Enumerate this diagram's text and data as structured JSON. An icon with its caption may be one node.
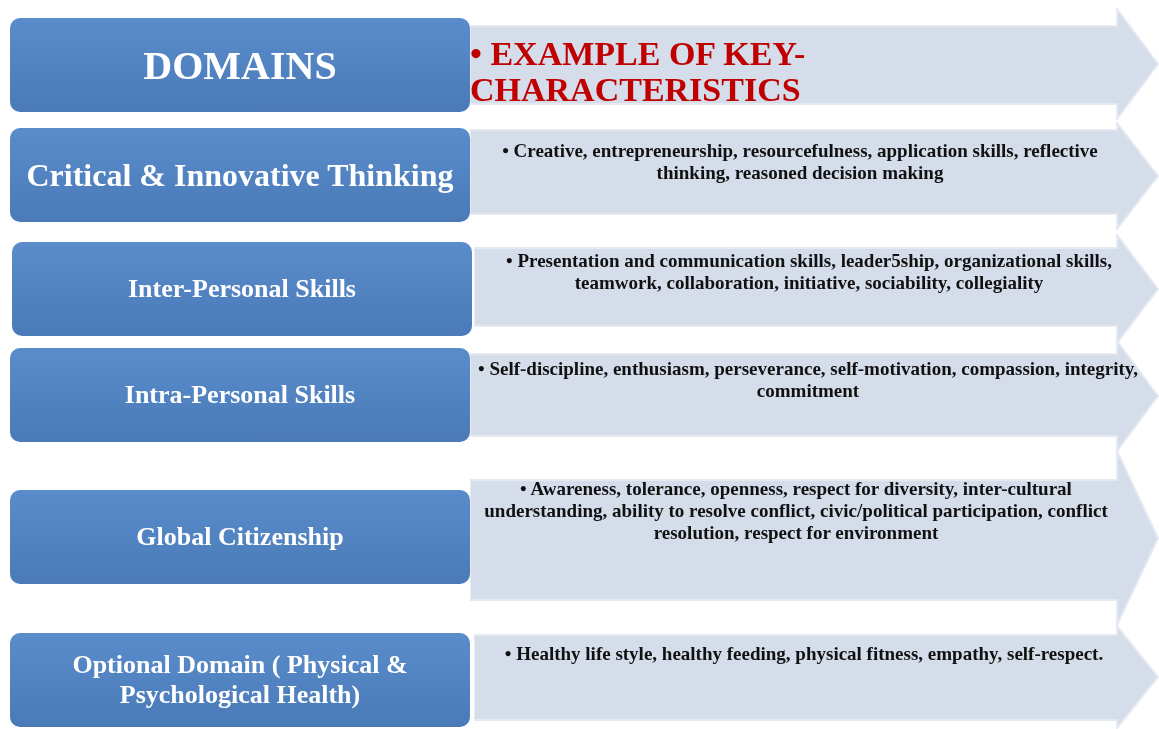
{
  "diagram": {
    "nodes": [
      {
        "text": [
          "DOMAINS"
        ]
      },
      {
        "text": [
          "• EXAMPLE OF KEY-CHARACTERISTICS"
        ]
      },
      {
        "text": [
          "Critical & Innovative Thinking"
        ]
      },
      {
        "text": [
          "• Creative, entrepreneurship, resourcefulness, application skills, reflective thinking, reasoned decision making"
        ]
      },
      {
        "text": [
          "Inter-Personal Skills"
        ]
      },
      {
        "text": [
          "• Presentation and communication skills, leader5ship, organizational skills, teamwork, collaboration, initiative, sociability, collegiality"
        ]
      },
      {
        "text": [
          "Intra-Personal Skills"
        ]
      },
      {
        "text": [
          "• Self-discipline, enthusiasm, perseverance, self-motivation, compassion, integrity, commitment"
        ]
      },
      {
        "text": [
          "Global Citizenship"
        ]
      },
      {
        "text": [
          "• Awareness, tolerance, openness, respect for diversity, inter-cultural understanding, ability to resolve conflict, civic/political participation, conflict resolution, respect for environment"
        ]
      },
      {
        "text": [
          "Optional Domain ( Physical & Psychological Health)"
        ]
      },
      {
        "text": [
          "• Healthy life style, healthy feeding, physical fitness, empathy, self-respect."
        ]
      }
    ]
  }
}
